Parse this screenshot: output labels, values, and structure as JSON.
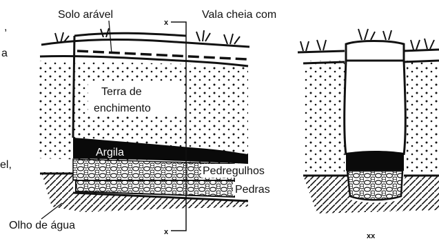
{
  "labels": {
    "solo_aravel": "Solo arável",
    "vala_cheia": "Vala cheia com",
    "terra_line1": "Terra de",
    "terra_line2": "enchimento",
    "argila": "Argila",
    "pedregulhos": "Pedregulhos",
    "pedras": "Pedras",
    "olho_agua": "Olho de água"
  },
  "markers": {
    "section_top": "x",
    "section_bottom": "x",
    "cross_section": "xx"
  },
  "edge_text": {
    "left_1": ",",
    "left_2": "a",
    "left_3": "el,"
  },
  "colors": {
    "ink": "#111111",
    "clay": "#0a0a0a",
    "background": "#ffffff"
  }
}
